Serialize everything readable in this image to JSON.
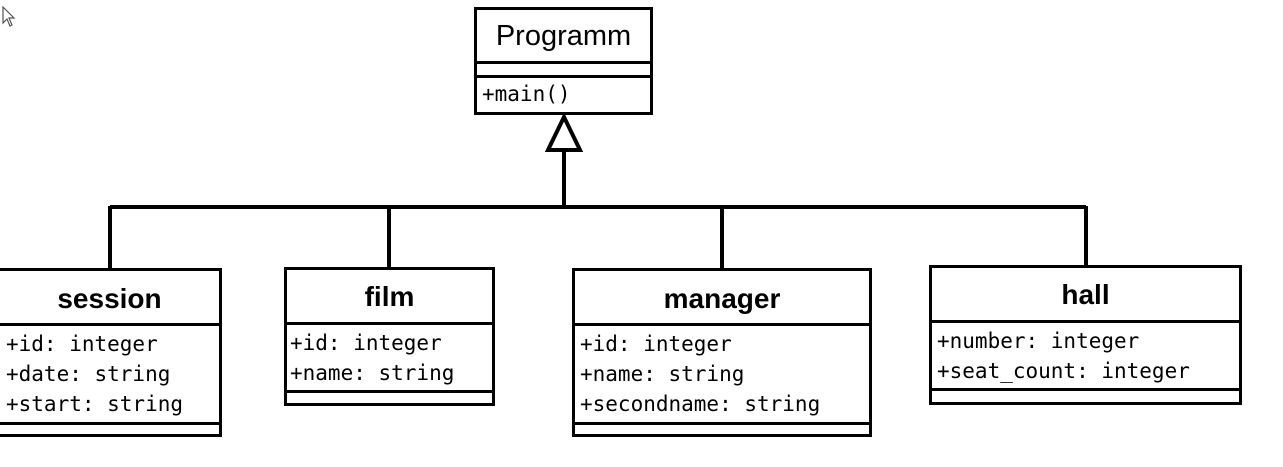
{
  "diagram": {
    "type": "uml-class-diagram",
    "relationship": "generalization",
    "parent": {
      "name": "Programm",
      "attributes": [],
      "operations": [
        "+main()"
      ]
    },
    "children": [
      {
        "name": "session",
        "attributes": [
          "+id: integer",
          "+date: string",
          "+start: string"
        ],
        "operations": []
      },
      {
        "name": "film",
        "attributes": [
          "+id: integer",
          "+name: string"
        ],
        "operations": []
      },
      {
        "name": "manager",
        "attributes": [
          "+id: integer",
          "+name: string",
          "+secondname: string"
        ],
        "operations": []
      },
      {
        "name": "hall",
        "attributes": [
          "+number: integer",
          "+seat_count: integer"
        ],
        "operations": []
      }
    ]
  },
  "icons": {
    "cursor": "mouse-pointer-icon",
    "arrow": "hollow-triangle-arrowhead-icon"
  }
}
